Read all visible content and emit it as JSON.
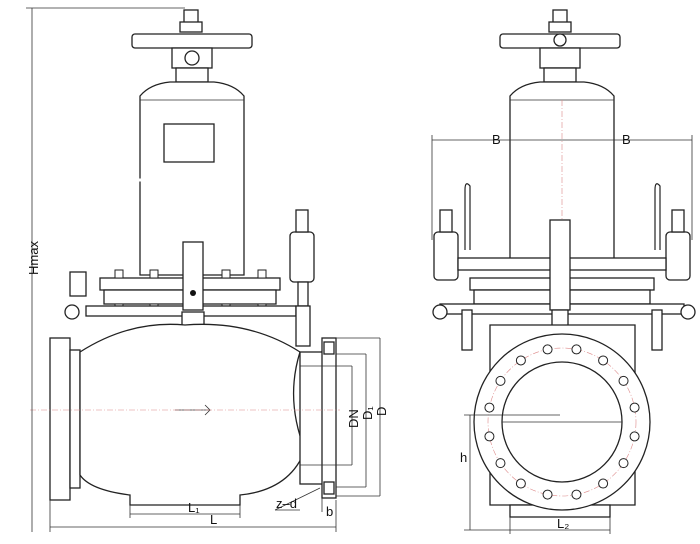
{
  "labels": {
    "hmax": "Hmax",
    "b_left": "B",
    "b_right": "B",
    "dn": "DN",
    "d1": "D₁",
    "d": "D",
    "h": "h",
    "l1": "L₁",
    "l": "L",
    "zd": "z–d",
    "b": "b",
    "l2": "L₂"
  }
}
